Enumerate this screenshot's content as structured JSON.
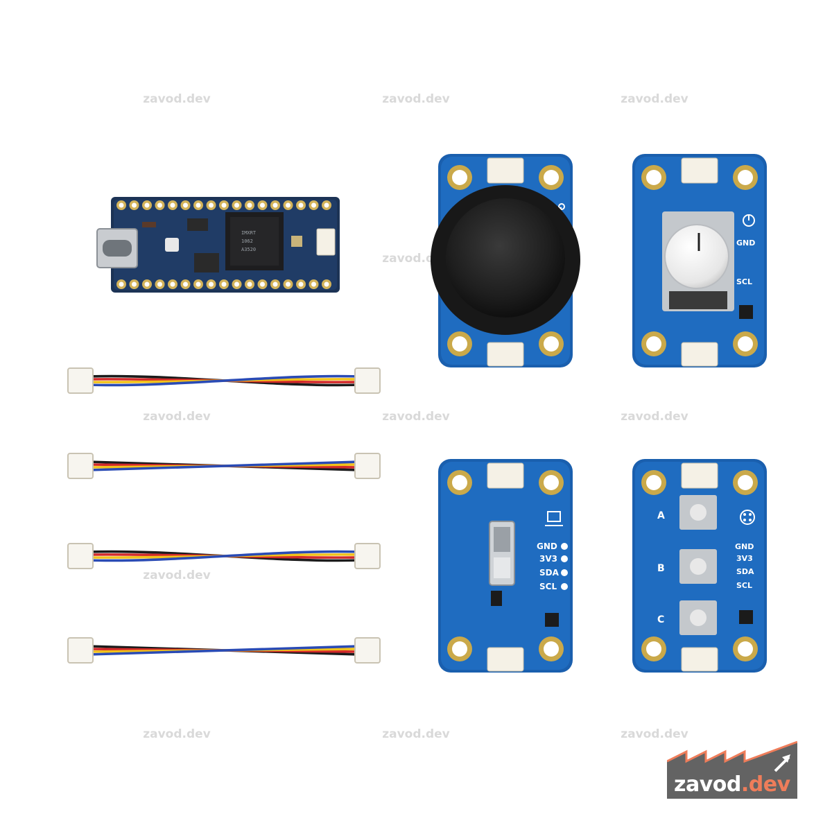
{
  "watermark": {
    "text": "zavod.dev"
  },
  "logo": {
    "name": "zavod",
    "tld": ".dev",
    "bg_color": "#636363",
    "accent_color": "#ef7d5a"
  },
  "colors": {
    "pcb_blue": "#1a5fae",
    "pcb_edge": "#2a78c8",
    "wire_black": "#1b1b1b",
    "wire_red": "#d32a2a",
    "wire_yellow": "#f2c21b",
    "wire_blue": "#2a4bb5"
  },
  "silkscreen": {
    "gnd": "GND",
    "v3": "3V3",
    "sda": "SDA",
    "scl": "SCL",
    "btn_a": "A",
    "btn_b": "B",
    "btn_c": "C"
  },
  "icons": [
    "joystick-icon",
    "knob-icon",
    "vibration-icon",
    "buttons-icon"
  ]
}
